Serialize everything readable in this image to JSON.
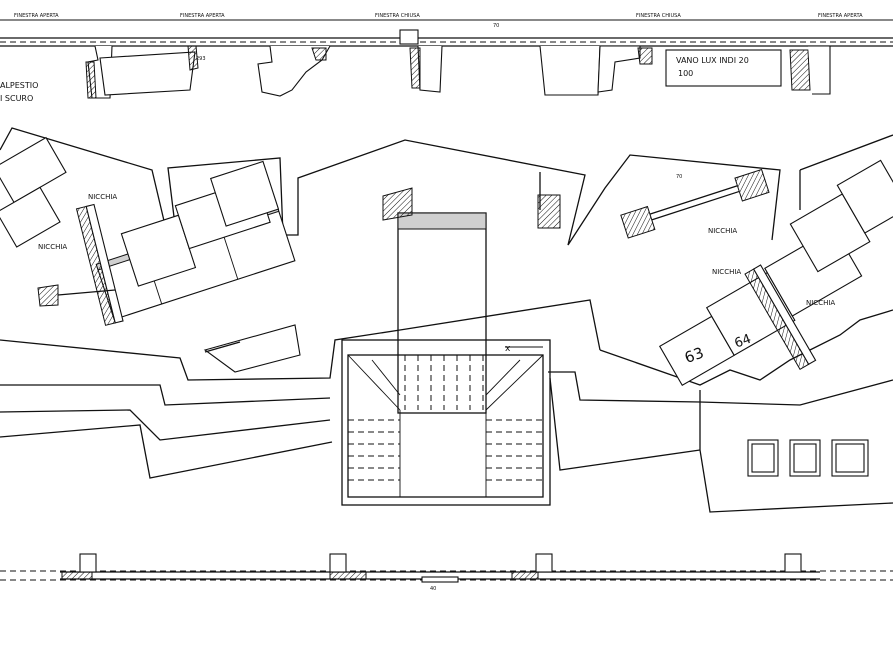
{
  "labels": {
    "window_open_1": "FINESTRA APERTA",
    "window_open_2": "FINESTRA APERTA",
    "window_closed_1": "FINESTRA CHIUSA",
    "window_closed_2": "FINESTRA CHIUSA",
    "window_open_3": "FINESTRA APERTA",
    "dim_top": "70",
    "dim_small": "293",
    "vano_note": "VANO LUX INDI 20",
    "vano_value": "100",
    "left_note_1": "ALPESTIO",
    "left_note_2": "I SCURO",
    "niche_left_top": "NICCHIA",
    "niche_left_mid": "NICCHIA",
    "niche_right_1": "NICCHIA",
    "niche_right_2": "NICCHIA",
    "niche_right_3": "NICCHIA",
    "stair_mark": "x",
    "hand_63": "63",
    "hand_64": "64",
    "dim_a": "70",
    "dim_b": "40"
  },
  "colors": {
    "ink": "#111111",
    "paper": "#ffffff",
    "fill_grey": "#d0d0d0"
  }
}
